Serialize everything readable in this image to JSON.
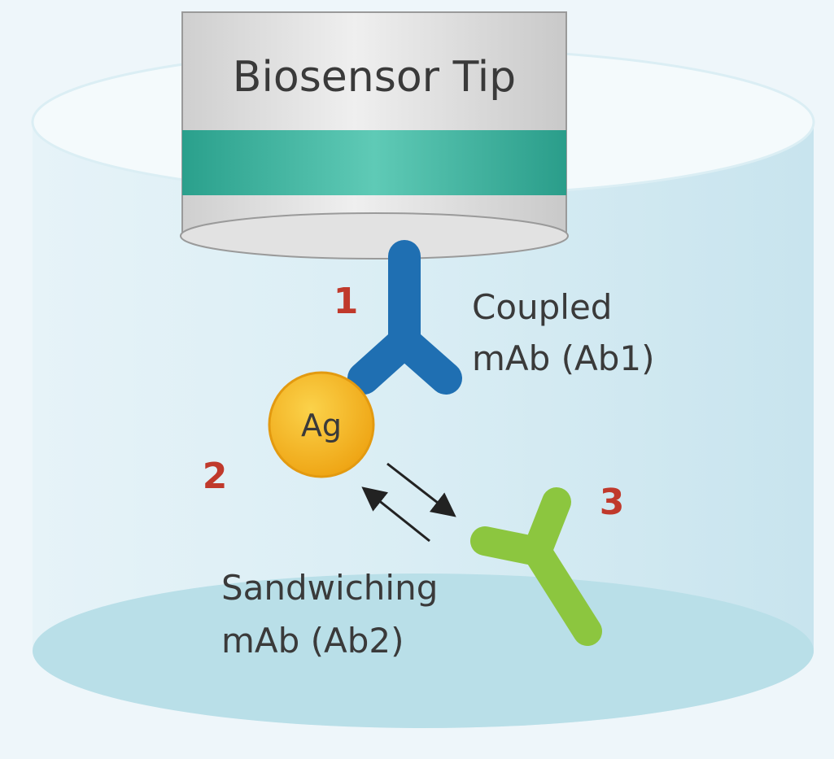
{
  "title": "Biosensor Tip",
  "labels": {
    "ab1_line1": "Coupled",
    "ab1_line2": "mAb (Ab1)",
    "antigen": "Ag",
    "ab2_line1": "Sandwiching",
    "ab2_line2": "mAb (Ab2)"
  },
  "steps": [
    "1",
    "2",
    "3"
  ],
  "colors": {
    "ab1": "#1f6fb2",
    "ab2": "#8cc63f",
    "antigen": "#f5b31a",
    "band": "#3bb5a0",
    "step_number": "#c0392b"
  }
}
